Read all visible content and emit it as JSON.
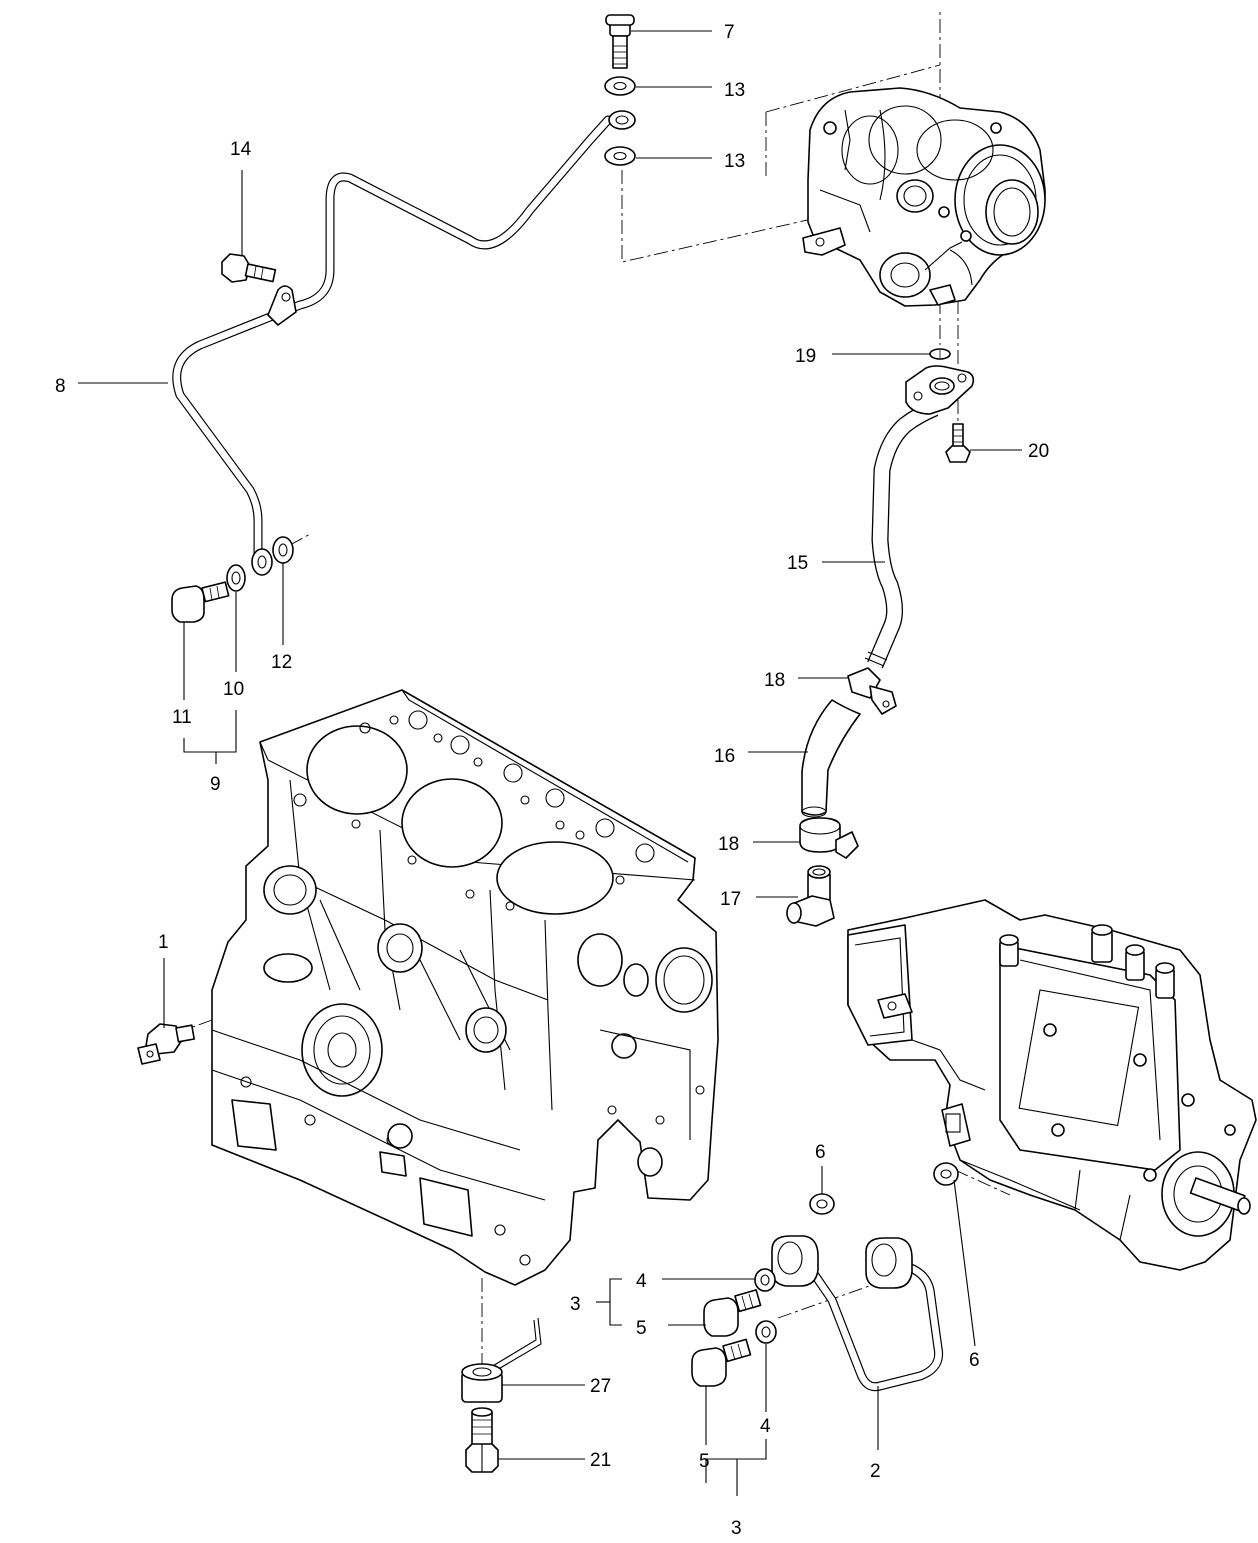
{
  "callouts": [
    {
      "id": "c7",
      "text": "7"
    },
    {
      "id": "c13a",
      "text": "13"
    },
    {
      "id": "c13b",
      "text": "13"
    },
    {
      "id": "c14",
      "text": "14"
    },
    {
      "id": "c8",
      "text": "8"
    },
    {
      "id": "c19",
      "text": "19"
    },
    {
      "id": "c20",
      "text": "20"
    },
    {
      "id": "c15",
      "text": "15"
    },
    {
      "id": "c12",
      "text": "12"
    },
    {
      "id": "c10",
      "text": "10"
    },
    {
      "id": "c11",
      "text": "11"
    },
    {
      "id": "c9",
      "text": "9"
    },
    {
      "id": "c18a",
      "text": "18"
    },
    {
      "id": "c16",
      "text": "16"
    },
    {
      "id": "c18b",
      "text": "18"
    },
    {
      "id": "c17",
      "text": "17"
    },
    {
      "id": "c1",
      "text": "1"
    },
    {
      "id": "c6a",
      "text": "6"
    },
    {
      "id": "c4a",
      "text": "4"
    },
    {
      "id": "c3a",
      "text": "3"
    },
    {
      "id": "c5a",
      "text": "5"
    },
    {
      "id": "c6b",
      "text": "6"
    },
    {
      "id": "c27",
      "text": "27"
    },
    {
      "id": "c4b",
      "text": "4"
    },
    {
      "id": "c5b",
      "text": "5"
    },
    {
      "id": "c2",
      "text": "2"
    },
    {
      "id": "c21",
      "text": "21"
    },
    {
      "id": "c3b",
      "text": "3"
    }
  ]
}
